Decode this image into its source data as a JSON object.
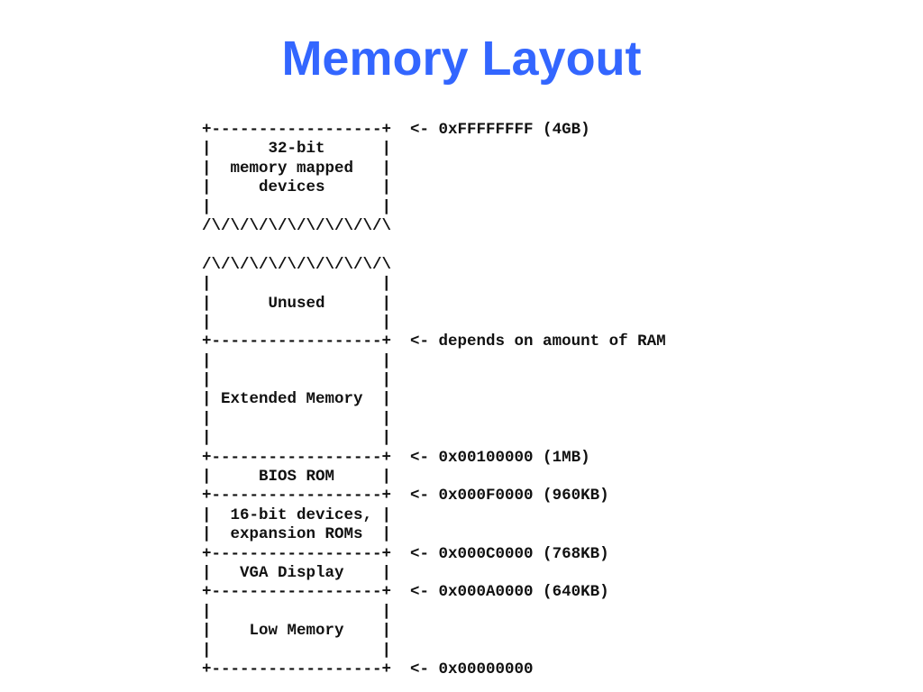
{
  "title": "Memory Layout",
  "diagram_lines": [
    "+------------------+  <- 0xFFFFFFFF (4GB)",
    "|      32-bit      |",
    "|  memory mapped   |",
    "|     devices      |",
    "|                  |",
    "/\\/\\/\\/\\/\\/\\/\\/\\/\\/\\",
    "",
    "/\\/\\/\\/\\/\\/\\/\\/\\/\\/\\",
    "|                  |",
    "|      Unused      |",
    "|                  |",
    "+------------------+  <- depends on amount of RAM",
    "|                  |",
    "|                  |",
    "| Extended Memory  |",
    "|                  |",
    "|                  |",
    "+------------------+  <- 0x00100000 (1MB)",
    "|     BIOS ROM     |",
    "+------------------+  <- 0x000F0000 (960KB)",
    "|  16-bit devices, |",
    "|  expansion ROMs  |",
    "+------------------+  <- 0x000C0000 (768KB)",
    "|   VGA Display    |",
    "+------------------+  <- 0x000A0000 (640KB)",
    "|                  |",
    "|    Low Memory    |",
    "|                  |",
    "+------------------+  <- 0x00000000"
  ]
}
